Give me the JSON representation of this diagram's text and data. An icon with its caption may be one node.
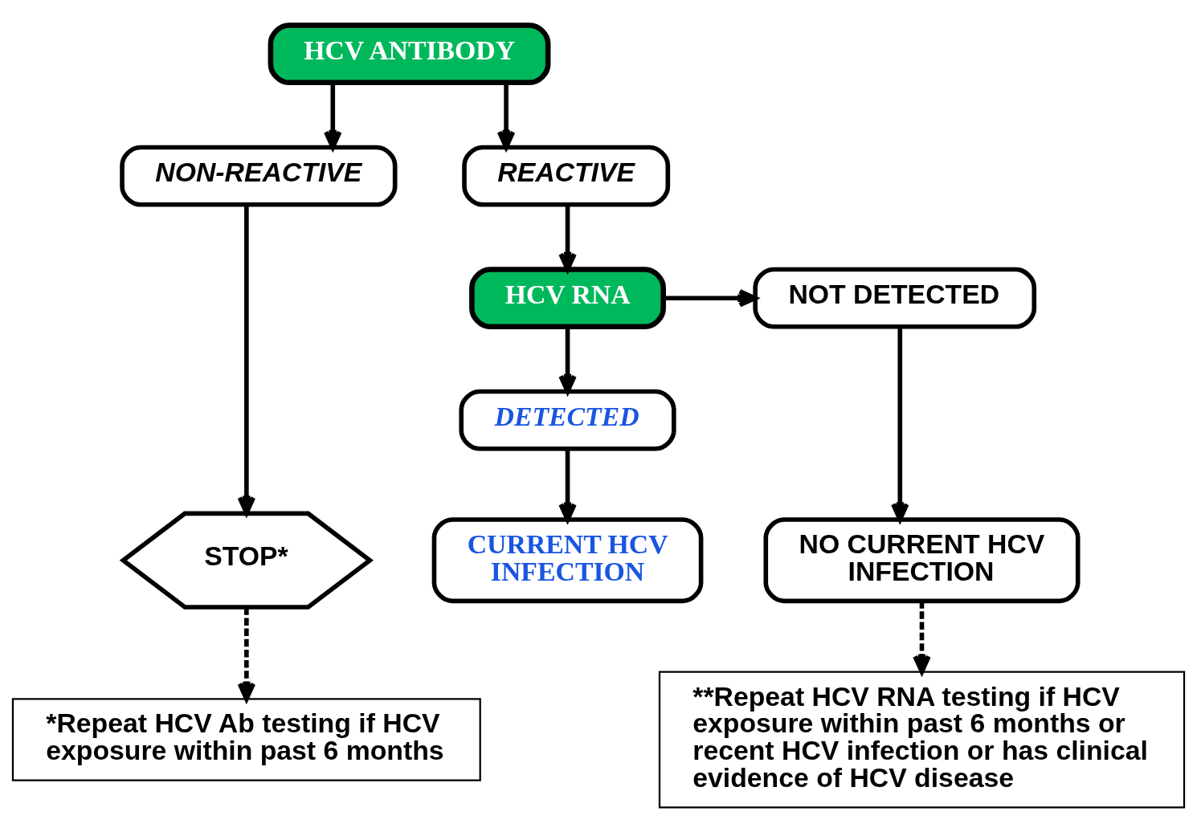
{
  "diagram": {
    "nodes": [
      {
        "text": [
          "HCV ANTIBODY"
        ]
      },
      {
        "text": [
          "NON-REACTIVE"
        ]
      },
      {
        "text": [
          "REACTIVE"
        ]
      },
      {
        "text": [
          "HCV RNA"
        ]
      },
      {
        "text": [
          "NOT DETECTED"
        ]
      },
      {
        "text": [
          "DETECTED"
        ]
      },
      {
        "text": [
          "STOP*"
        ]
      },
      {
        "text": [
          "CURRENT HCV INFECTION"
        ]
      },
      {
        "text": [
          "NO CURRENT HCV INFECTION"
        ]
      },
      {
        "text": [
          "*Repeat HCV Ab testing if HCV exposure within past 6 months"
        ]
      },
      {
        "text": [
          "**Repeat HCV RNA testing if HCV exposure within past 6 months or recent HCV infection or has clinical evidence of HCV disease"
        ]
      }
    ],
    "edges": [
      {
        "from": 0,
        "to": 1,
        "arrow": "to"
      },
      {
        "from": 0,
        "to": 2,
        "arrow": "to"
      },
      {
        "from": 2,
        "to": 3,
        "arrow": "to"
      },
      {
        "from": 3,
        "to": 4,
        "arrow": "to"
      },
      {
        "from": 3,
        "to": 5,
        "arrow": "to"
      },
      {
        "from": 1,
        "to": 6,
        "arrow": "to"
      },
      {
        "from": 5,
        "to": 7,
        "arrow": "to"
      },
      {
        "from": 4,
        "to": 8,
        "arrow": "to"
      },
      {
        "from": 6,
        "to": 9,
        "arrow": "to",
        "style": "dashed"
      },
      {
        "from": 8,
        "to": 10,
        "arrow": "to",
        "style": "dashed"
      }
    ]
  }
}
